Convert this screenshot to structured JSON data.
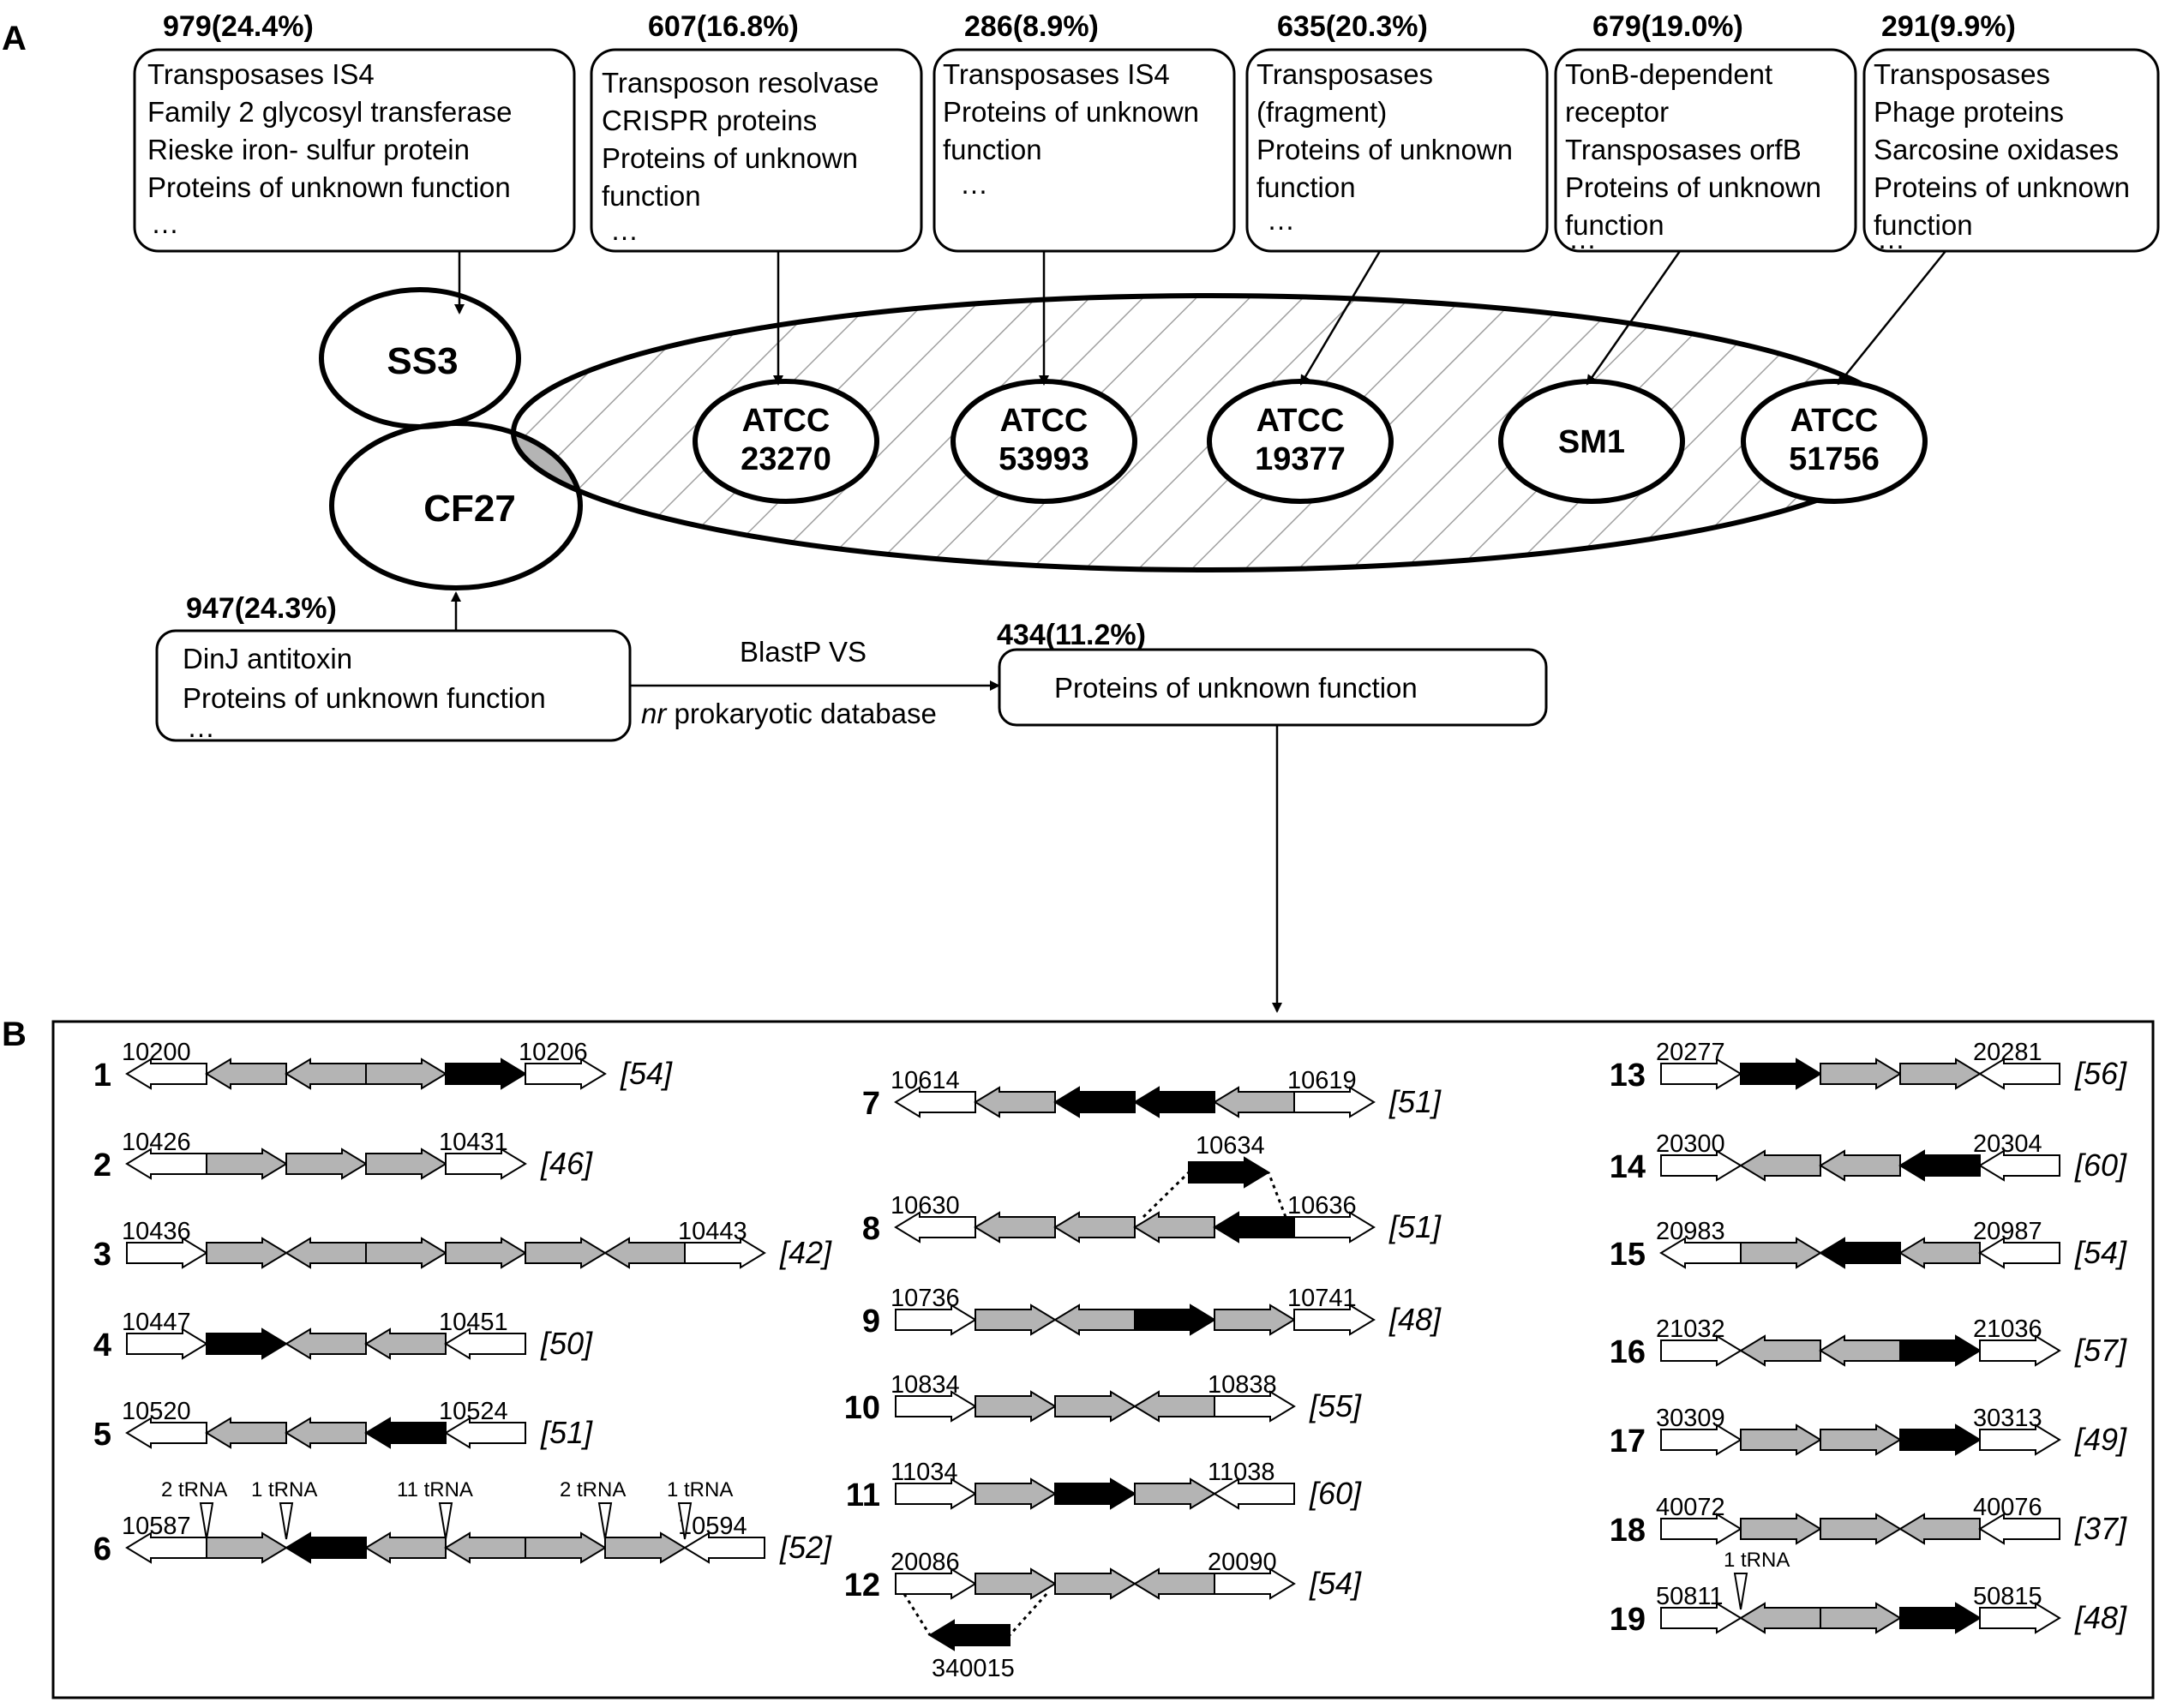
{
  "panel_a_label": "A",
  "panel_b_label": "B",
  "top_boxes": [
    {
      "count": "979(24.4%)",
      "lines": [
        "Transposases IS4",
        "Family 2 glycosyl  transferase",
        "Rieske iron- sulfur protein",
        "Proteins of unknown function",
        "…"
      ]
    },
    {
      "count": "607(16.8%)",
      "lines": [
        "Transposon resolvase",
        "CRISPR proteins",
        "Proteins of unknown",
        "function",
        "…"
      ]
    },
    {
      "count": "286(8.9%)",
      "lines": [
        "Transposases IS4",
        "Proteins of unknown",
        "function",
        "…"
      ]
    },
    {
      "count": "635(20.3%)",
      "lines": [
        "Transposases",
        "(fragment)",
        "Proteins of unknown",
        "function",
        "…"
      ]
    },
    {
      "count": "679(19.0%)",
      "lines": [
        "TonB-dependent",
        "receptor",
        "Transposases orfB",
        "Proteins of unknown",
        "function",
        "…"
      ]
    },
    {
      "count": "291(9.9%)",
      "lines": [
        "Transposases",
        "Phage proteins",
        "Sarcosine oxidases",
        "Proteins of unknown",
        "function",
        "…"
      ]
    }
  ],
  "strains": {
    "ss3": "SS3",
    "cf27": "CF27",
    "atcc23270": [
      "ATCC",
      "23270"
    ],
    "atcc53993": [
      "ATCC",
      "53993"
    ],
    "atcc19377": [
      "ATCC",
      "19377"
    ],
    "sm1": "SM1",
    "atcc51756": [
      "ATCC",
      "51756"
    ]
  },
  "cf27_box": {
    "count": "947(24.3%)",
    "lines": [
      "DinJ antitoxin",
      "Proteins of unknown function",
      "…"
    ]
  },
  "blast": {
    "line1": "BlastP VS",
    "line2_italic": "nr",
    "line2_rest": " prokaryotic database"
  },
  "unknown_box": {
    "count": "434(11.2%)",
    "text": "Proteins of unknown function"
  },
  "clusters": [
    {
      "no": "1",
      "start": "10200",
      "end": "10206",
      "len": "[54]"
    },
    {
      "no": "2",
      "start": "10426",
      "end": "10431",
      "len": "[46]"
    },
    {
      "no": "3",
      "start": "10436",
      "end": "10443",
      "len": "[42]"
    },
    {
      "no": "4",
      "start": "10447",
      "end": "10451",
      "len": "[50]"
    },
    {
      "no": "5",
      "start": "10520",
      "end": "10524",
      "len": "[51]"
    },
    {
      "no": "6",
      "start": "10587",
      "end": "10594",
      "len": "[52]",
      "trna": [
        "2 tRNA",
        "1 tRNA",
        "11 tRNA",
        "2 tRNA",
        "1 tRNA"
      ]
    },
    {
      "no": "7",
      "start": "10614",
      "end": "10619",
      "len": "[51]"
    },
    {
      "no": "8",
      "start": "10630",
      "end": "10636",
      "len": "[51]",
      "insert": "10634"
    },
    {
      "no": "9",
      "start": "10736",
      "end": "10741",
      "len": "[48]"
    },
    {
      "no": "10",
      "start": "10834",
      "end": "10838",
      "len": "[55]"
    },
    {
      "no": "11",
      "start": "11034",
      "end": "11038",
      "len": "[60]"
    },
    {
      "no": "12",
      "start": "20086",
      "end": "20090",
      "len": "[54]",
      "insert": "340015"
    },
    {
      "no": "13",
      "start": "20277",
      "end": "20281",
      "len": "[56]"
    },
    {
      "no": "14",
      "start": "20300",
      "end": "20304",
      "len": "[60]"
    },
    {
      "no": "15",
      "start": "20983",
      "end": "20987",
      "len": "[54]"
    },
    {
      "no": "16",
      "start": "21032",
      "end": "21036",
      "len": "[57]"
    },
    {
      "no": "17",
      "start": "30309",
      "end": "30313",
      "len": "[49]"
    },
    {
      "no": "18",
      "start": "40072",
      "end": "40076",
      "len": "[37]"
    },
    {
      "no": "19",
      "start": "50811",
      "end": "50815",
      "len": "[48]",
      "trna": [
        "1 tRNA"
      ]
    }
  ],
  "colors": {
    "gray_fill": "#b4b4b4",
    "black_fill": "#000000",
    "white_fill": "#ffffff",
    "hatch": "#a0a0a0"
  }
}
